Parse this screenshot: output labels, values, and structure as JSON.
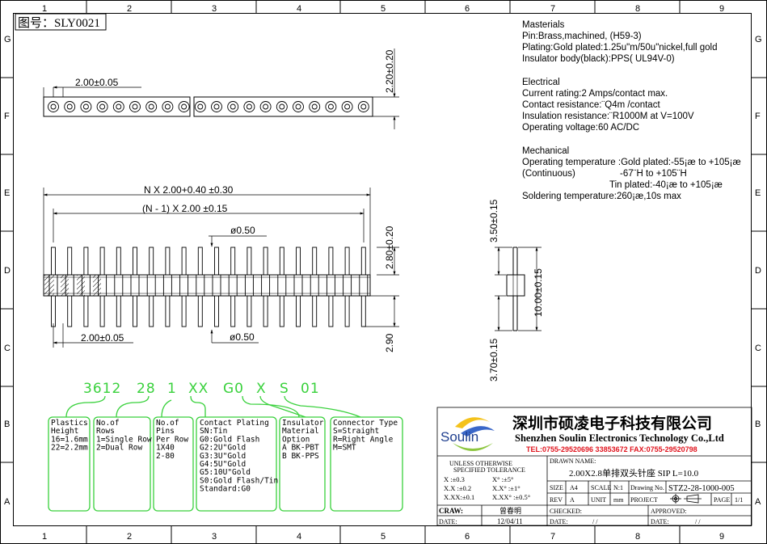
{
  "frame": {
    "columns": [
      "1",
      "2",
      "3",
      "4",
      "5",
      "6",
      "7",
      "8",
      "9"
    ],
    "rows": [
      "G",
      "F",
      "E",
      "D",
      "C",
      "B",
      "A"
    ]
  },
  "figure_no": "图号：SLY0021",
  "specs": {
    "materials_title": "Masterials",
    "materials": [
      "Pin:Brass,machined, (H59-3)",
      "Plating:Gold plated:1.25u\"m/50u\"nickel,full gold",
      "Insulator body(black):PPS( UL94V-0)"
    ],
    "electrical_title": "Electrical",
    "electrical": [
      "Current rating:2 Amps/contact max.",
      "Contact resistance:¨Q4m  /contact",
      "Insulation resistance:¨R1000M at V=100V",
      "Operating voltage:60 AC/DC"
    ],
    "mechanical_title": "Mechanical",
    "mechanical": [
      "Operating temperature :Gold plated:-55¡æ to +105¡æ",
      "(Continuous)",
      "-67¨H  to +105¨H",
      "Tin plated:-40¡æ to +105¡æ",
      "Soldering temperature:260¡æ,10s max"
    ]
  },
  "dims": {
    "pitch_top": "2.00±0.05",
    "height_top": "2.20±0.20",
    "overall": "N  X  2.00+0.40  ±0.30",
    "n_minus": "(N  -  1)  X  2.00  ±0.15",
    "dia_top": "ø0.50",
    "pin_28": "2.80±0.20",
    "pitch_bottom": "2.00±0.05",
    "dia_bottom": "ø0.50",
    "tail_290": "2.90",
    "side_350": "3.50±0.15",
    "side_1000": "10.00±0.15",
    "side_370": "3.70±0.15"
  },
  "part_code": [
    "3612",
    "28",
    "1",
    "XX",
    "G0",
    "X",
    "S",
    "01"
  ],
  "code_boxes": [
    {
      "title": "Plastics",
      "lines": [
        "Height",
        "16=1.6mm",
        "22=2.2mm"
      ]
    },
    {
      "title": "No.of",
      "lines": [
        "Rows",
        "1=Single Row",
        "2=Dual Row"
      ]
    },
    {
      "title": "No.of",
      "lines": [
        "Pins",
        "Per Row",
        "1X40",
        "2-80"
      ]
    },
    {
      "title": "Contact Plating",
      "lines": [
        "SN:Tin",
        "G0:Gold Flash",
        "G2:2U\"Gold",
        "G3:3U\"Gold",
        "G4:5U\"Gold",
        "G5:10U\"Gold",
        "S0:Gold Flash/Tin",
        "Standard:G0"
      ]
    },
    {
      "title": "Insulator",
      "lines": [
        "Material",
        "Option",
        "A  BK-PBT",
        "B  BK-PPS"
      ]
    },
    {
      "title": "Connector Type",
      "lines": [
        "S=Straight",
        "R=Right Angle",
        "M=SMT"
      ]
    }
  ],
  "title_block": {
    "logo_text": "Soulin",
    "company_cn": "深圳市硕凌电子科技有限公司",
    "company_en": "Shenzhen Soulin Electronics Technology Co.,Ltd",
    "contact": "TEL:0755-29520696  33853672   FAX:0755-29520798",
    "tol_title": "UNLESS OTHERWISE",
    "tol_subtitle": "SPECIFIED TOLERANCE",
    "tol_rows": [
      [
        "X     :±0.3",
        "X°    :±5°"
      ],
      [
        "X.X   :±0.2",
        "X.X°  :±1°"
      ],
      [
        "X.XX:±0.1",
        "X.XX° :±0.5°"
      ]
    ],
    "drawn_name_label": "DRAWN NAME:",
    "drawn_name": "2.00X2.8单排双头针座   SIP  L=10.0",
    "size_label": "SIZE",
    "size": "A4",
    "scale_label": "SCALE",
    "scale": "N:1",
    "drawing_no_label": "Drawing No.",
    "drawing_no": "STZ2-28-1000-005",
    "rev_label": "REV",
    "rev": "A",
    "unit_label": "UNIT",
    "unit": "mm",
    "project_label": "PROJECT",
    "page_label": "PAGE",
    "page": "1/1",
    "craw_label": "CRAW:",
    "craw": "曾春明",
    "date_label": "DATE:",
    "date": "12/04/11",
    "checked_label": "CHECKED:",
    "approved_label": "APPROVED:",
    "slashes": "/      /"
  }
}
